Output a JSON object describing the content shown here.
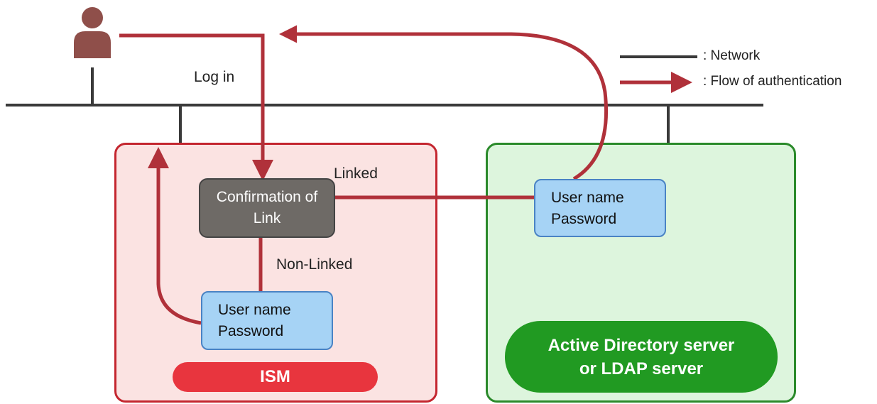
{
  "legend": {
    "network": ": Network",
    "flow": ": Flow of authentication"
  },
  "flow_labels": {
    "login": "Log in",
    "linked": "Linked",
    "non_linked": "Non-Linked"
  },
  "confirmation": {
    "line1": "Confirmation of",
    "line2": "Link"
  },
  "ism_credentials": {
    "line1": "User name",
    "line2": "Password"
  },
  "ad_credentials": {
    "line1": "User name",
    "line2": "Password"
  },
  "ism_zone": {
    "label": "ISM"
  },
  "ad_zone": {
    "line1": "Active Directory server",
    "line2": "or LDAP server"
  },
  "colors": {
    "network_line": "#3a3a3a",
    "auth_flow": "#b0313a",
    "user_icon": "#8f4f4a",
    "ism_fill": "#fbe3e2",
    "ism_border": "#c4262f",
    "ad_fill": "#ddf5dd",
    "ad_border": "#2a8a2a",
    "credential_box": "#a6d3f5",
    "confirmation_box": "#6e6a66"
  }
}
